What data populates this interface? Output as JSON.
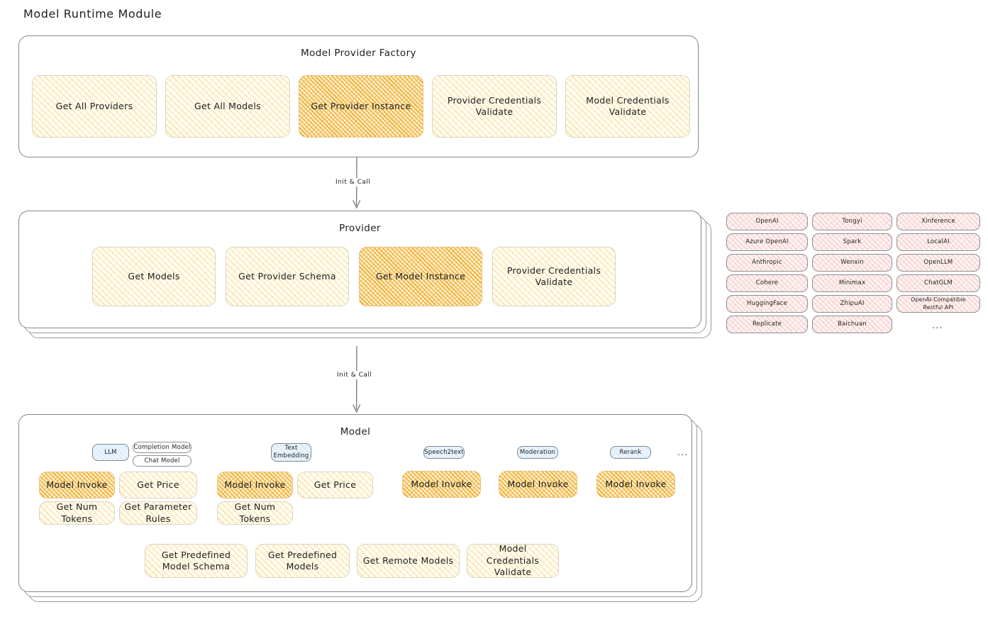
{
  "page": {
    "title": "Model Runtime Module"
  },
  "colors": {
    "highlight_fill": "#eea617",
    "light_fill": "#f0b228",
    "provider_chip_fill": "#e03131",
    "model_badge_fill": "#1c7ed6",
    "stroke": "#868686",
    "text": "#1e1e1e"
  },
  "factory": {
    "title": "Model Provider Factory",
    "nodes": [
      {
        "label": "Get All Providers",
        "highlighted": false
      },
      {
        "label": "Get All Models",
        "highlighted": false
      },
      {
        "label": "Get Provider Instance",
        "highlighted": true
      },
      {
        "label": "Provider Credentials Validate",
        "highlighted": false
      },
      {
        "label": "Model Credentials Validate",
        "highlighted": false
      }
    ]
  },
  "arrows": [
    {
      "label": "Init & Call",
      "from": "Model Provider Factory",
      "to": "Provider"
    },
    {
      "label": "Init & Call",
      "from": "Provider",
      "to": "Model"
    }
  ],
  "provider": {
    "title": "Provider",
    "nodes": [
      {
        "label": "Get Models",
        "highlighted": false
      },
      {
        "label": "Get Provider Schema",
        "highlighted": false
      },
      {
        "label": "Get Model Instance",
        "highlighted": true
      },
      {
        "label": "Provider Credentials Validate",
        "highlighted": false
      }
    ]
  },
  "provider_list": {
    "columns": [
      {
        "items": [
          "OpenAI",
          "Azure OpenAI",
          "Anthropic",
          "Cohere",
          "HuggingFace",
          "Replicate"
        ]
      },
      {
        "items": [
          "Tongyi",
          "Spark",
          "Wenxin",
          "Minimax",
          "ZhipuAI",
          "Baichuan"
        ]
      },
      {
        "items": [
          "Xinference",
          "LocalAI",
          "OpenLLM",
          "ChatGLM",
          "OpenAI-Compatible Restful API"
        ]
      }
    ],
    "more_indicator": "..."
  },
  "model": {
    "title": "Model",
    "more_indicator": "...",
    "types": [
      {
        "badge": "LLM",
        "variants": [
          "Completion Model",
          "Chat Model"
        ],
        "nodes": [
          {
            "label": "Model Invoke",
            "highlighted": true
          },
          {
            "label": "Get Price",
            "highlighted": false
          },
          {
            "label": "Get Num Tokens",
            "highlighted": false
          },
          {
            "label": "Get Parameter Rules",
            "highlighted": false
          }
        ]
      },
      {
        "badge": "Text Embedding",
        "variants": [],
        "nodes": [
          {
            "label": "Model Invoke",
            "highlighted": true
          },
          {
            "label": "Get Price",
            "highlighted": false
          },
          {
            "label": "Get Num Tokens",
            "highlighted": false
          }
        ]
      },
      {
        "badge": "Speech2text",
        "variants": [],
        "nodes": [
          {
            "label": "Model Invoke",
            "highlighted": true
          }
        ]
      },
      {
        "badge": "Moderation",
        "variants": [],
        "nodes": [
          {
            "label": "Model Invoke",
            "highlighted": true
          }
        ]
      },
      {
        "badge": "Rerank",
        "variants": [],
        "nodes": [
          {
            "label": "Model Invoke",
            "highlighted": true
          }
        ]
      }
    ],
    "shared_nodes": [
      {
        "label": "Get Predefined Model Schema"
      },
      {
        "label": "Get Predefined Models"
      },
      {
        "label": "Get Remote Models"
      },
      {
        "label": "Model Credentials Validate"
      }
    ]
  }
}
